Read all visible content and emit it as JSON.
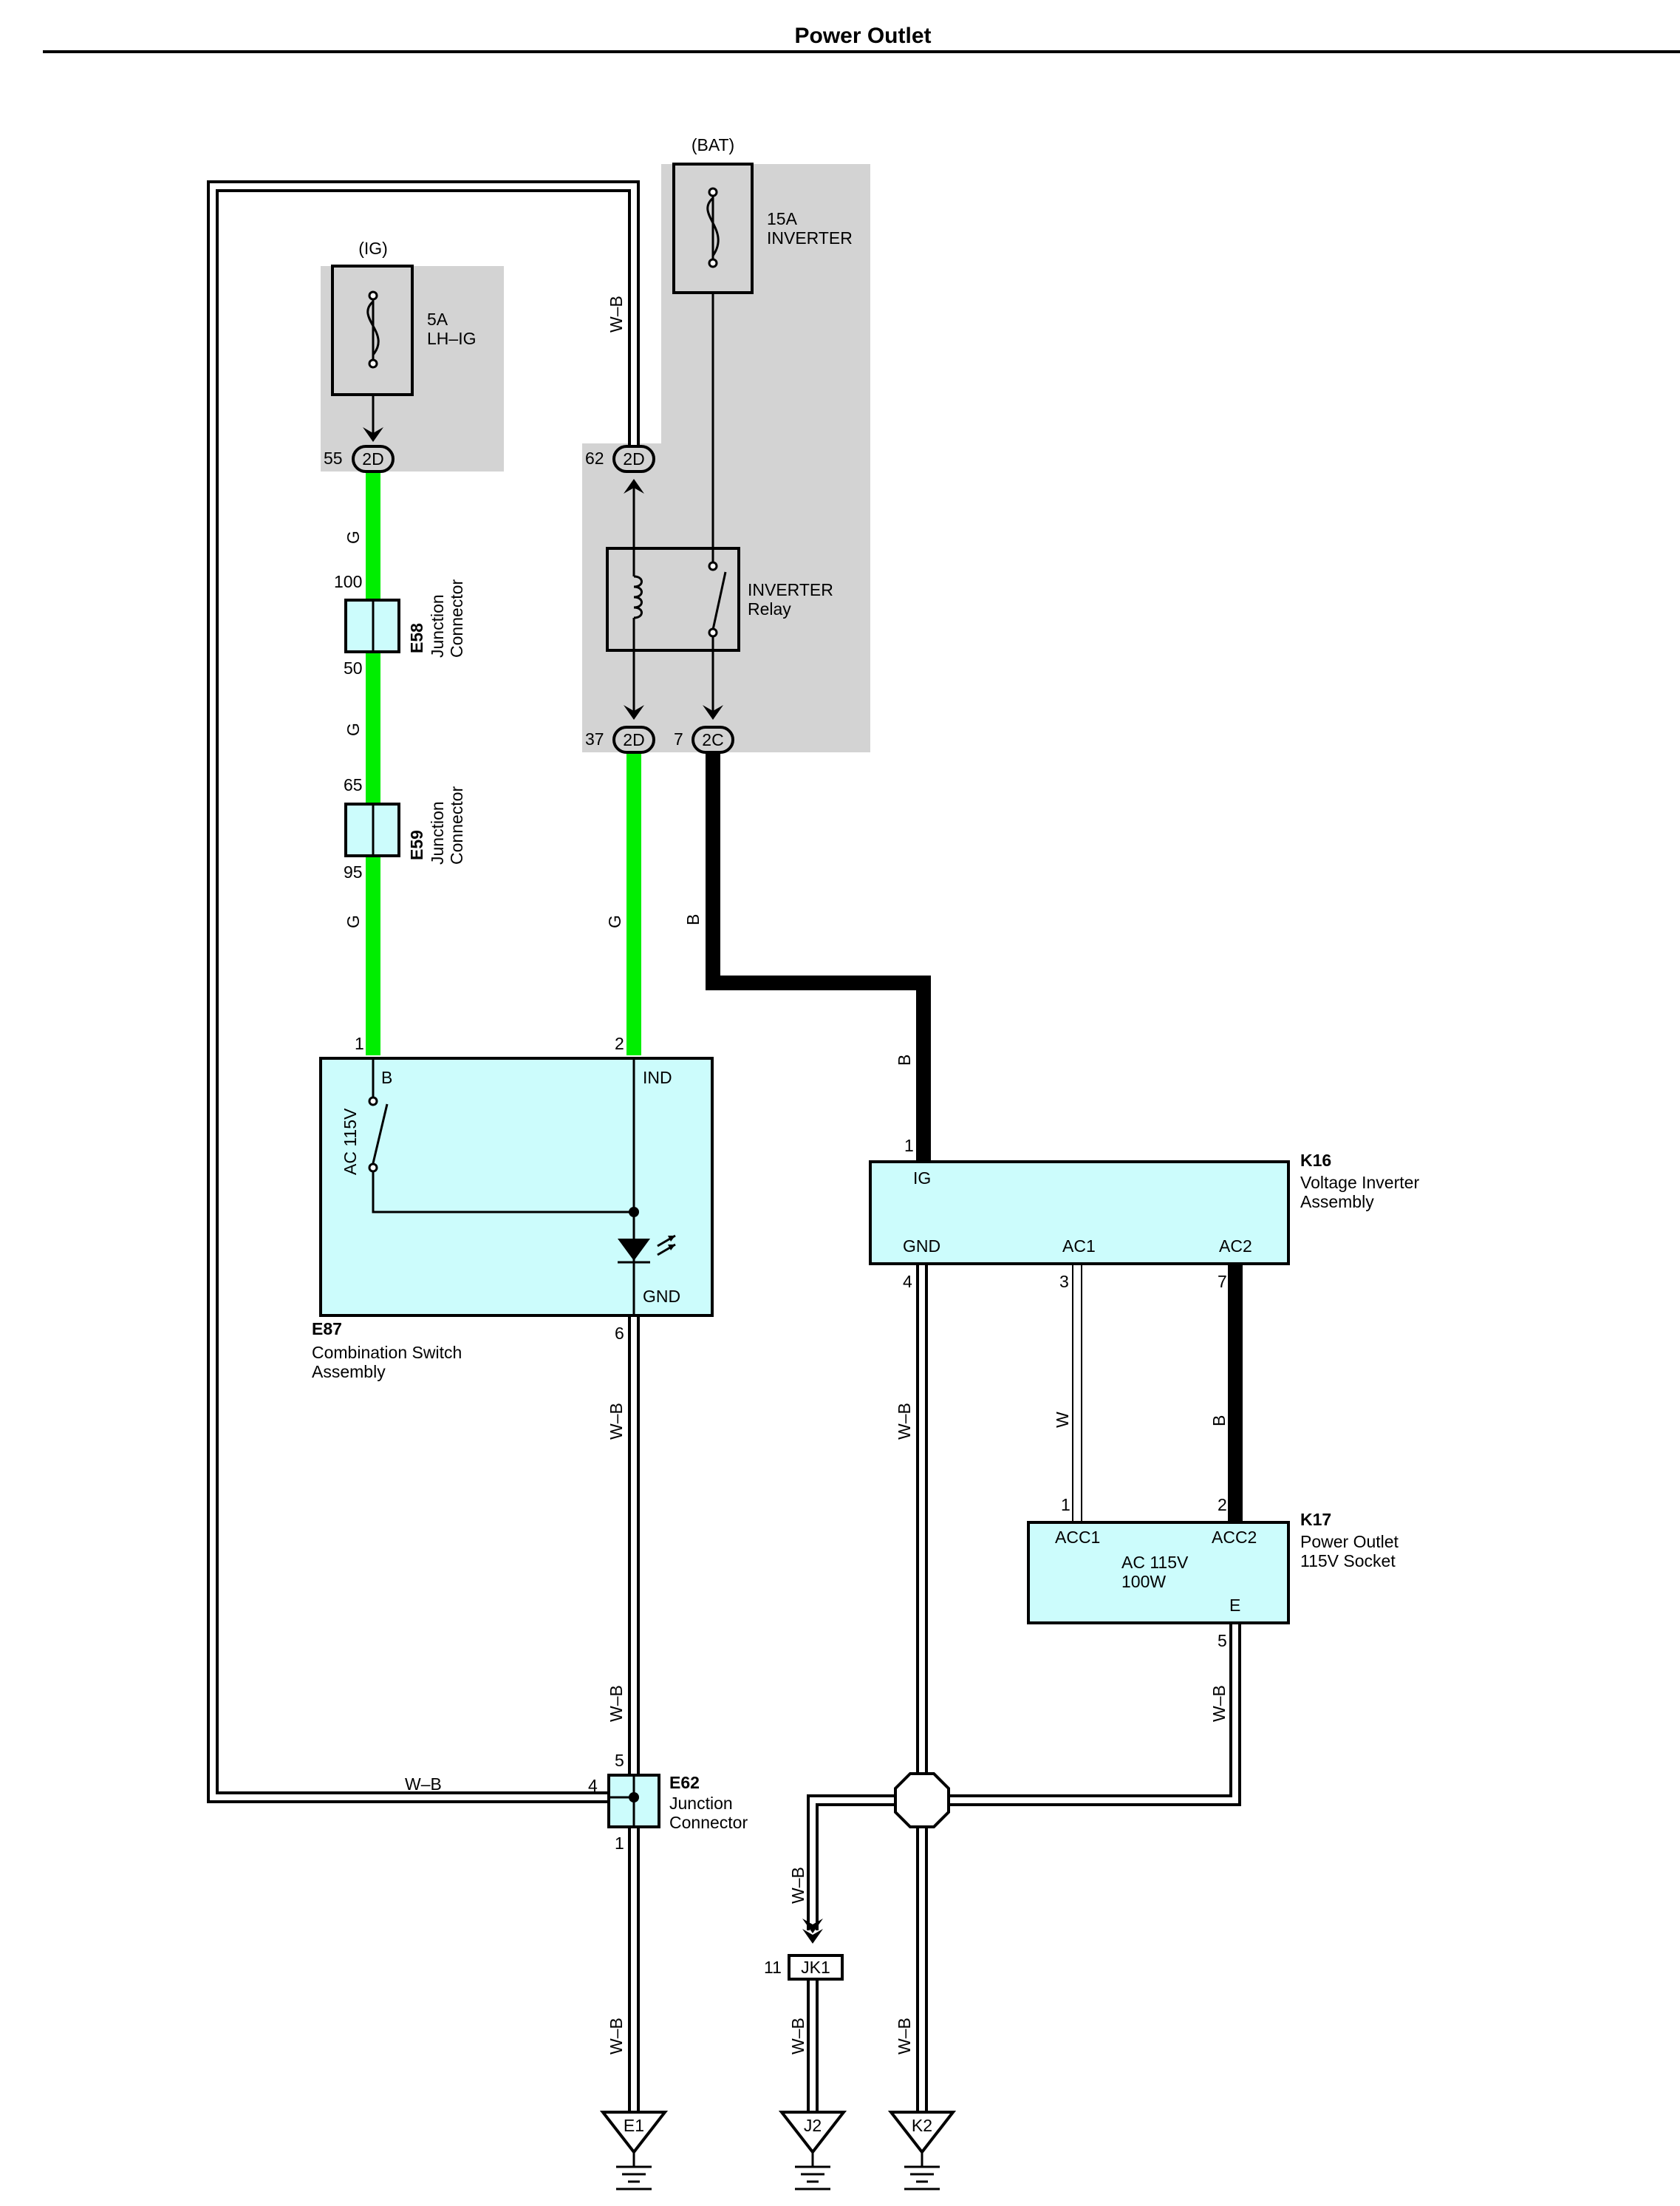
{
  "title": "Power Outlet",
  "colors": {
    "wire_green": "#00ee00",
    "wire_black": "#000000",
    "component_fill": "#ccfcfc",
    "shaded_area": "#d3d3d3",
    "double_wire_fill": "#ffffff"
  },
  "power_sources": {
    "ig": "(IG)",
    "bat": "(BAT)"
  },
  "fuses": {
    "lh_ig": {
      "rating": "5A",
      "name": "LH–IG"
    },
    "inverter": {
      "rating": "15A",
      "name": "INVERTER"
    }
  },
  "relay": {
    "line1": "INVERTER",
    "line2": "Relay"
  },
  "connectors": {
    "c55": {
      "pin": "55",
      "label": "2D"
    },
    "c62": {
      "pin": "62",
      "label": "2D"
    },
    "c37": {
      "pin": "37",
      "label": "2D"
    },
    "c7": {
      "pin": "7",
      "label": "2C"
    },
    "jk1": {
      "pin": "11",
      "label": "JK1"
    }
  },
  "junction_connectors": {
    "e58": {
      "id": "E58",
      "line1": "Junction",
      "line2": "Connector",
      "pin_top": "100",
      "pin_bottom": "50"
    },
    "e59": {
      "id": "E59",
      "line1": "Junction",
      "line2": "Connector",
      "pin_top": "65",
      "pin_bottom": "95"
    },
    "e62": {
      "id": "E62",
      "line1": "Junction",
      "line2": "Connector",
      "pin_top": "5",
      "pin_left": "4",
      "pin_bottom": "1"
    }
  },
  "components": {
    "e87": {
      "id": "E87",
      "line1": "Combination Switch",
      "line2": "Assembly",
      "pin_b": "1",
      "pin_ind": "2",
      "pin_gnd": "6",
      "label_b": "B",
      "label_ind": "IND",
      "label_gnd": "GND",
      "switch_label": "AC 115V"
    },
    "k16": {
      "id": "K16",
      "line1": "Voltage Inverter",
      "line2": "Assembly",
      "pin_ig": "1",
      "pin_gnd": "4",
      "pin_ac1": "3",
      "pin_ac2": "7",
      "label_ig": "IG",
      "label_gnd": "GND",
      "label_ac1": "AC1",
      "label_ac2": "AC2"
    },
    "k17": {
      "id": "K17",
      "line1": "Power Outlet",
      "line2": "115V Socket",
      "pin_acc1": "1",
      "pin_acc2": "2",
      "pin_e": "5",
      "label_acc1": "ACC1",
      "label_acc2": "ACC2",
      "label_e": "E",
      "rating1": "AC 115V",
      "rating2": "100W"
    }
  },
  "wire_labels": {
    "g": "G",
    "b": "B",
    "w": "W",
    "wb": "W–B"
  },
  "grounds": {
    "e1": "E1",
    "j2": "J2",
    "k2": "K2"
  }
}
